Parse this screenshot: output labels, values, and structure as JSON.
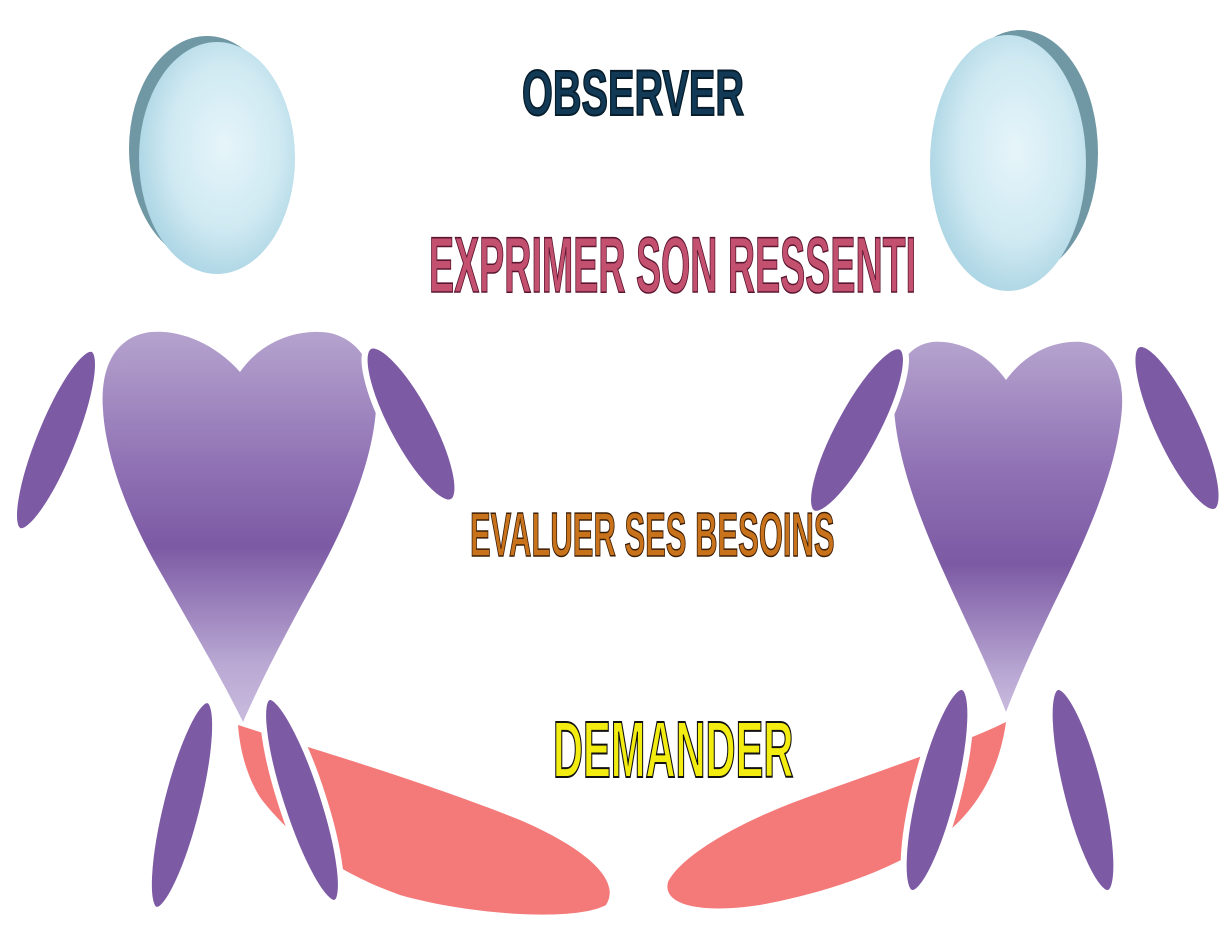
{
  "steps": {
    "observe": "OBSERVER",
    "express": "EXPRIMER SON RESSENTI",
    "evaluate": "EVALUER SES BESOINS",
    "ask": "DEMANDER"
  },
  "colors": {
    "head_fill": "#cfe9f2",
    "head_shadow": "#5f8f9c",
    "body_purple": "#7f5fa6",
    "body_lavender": "#b7a6d0",
    "limb_purple": "#7c5aa4",
    "hand_pink": "#f47a7a",
    "observe_text": "#123a56",
    "express_text": "#c2506e",
    "evaluate_text": "#c9721c",
    "ask_text": "#f3ec10"
  }
}
